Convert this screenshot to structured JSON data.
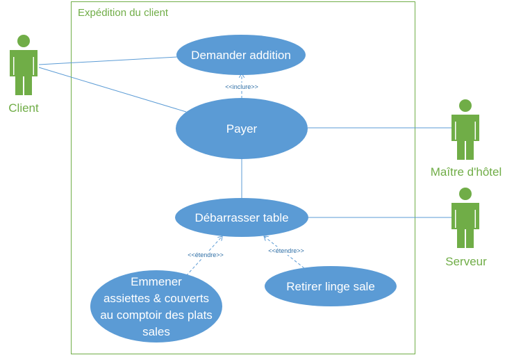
{
  "system": {
    "title": "Expédition du client"
  },
  "actors": {
    "client": "Client",
    "maitre": "Maître d'hôtel",
    "serveur": "Serveur"
  },
  "use_cases": {
    "demander": [
      "Demander addition"
    ],
    "payer": [
      "Payer"
    ],
    "debarrasser": [
      "Débarrasser table"
    ],
    "emmener": [
      "Emmener",
      "assiettes & couverts",
      "au comptoir des plats",
      "sales"
    ],
    "retirer": [
      "Retirer linge sale"
    ]
  },
  "relations": {
    "inclure": "<<inclure>>",
    "etendre1": "<<étendre>>",
    "etendre2": "<<étendre>>"
  },
  "colors": {
    "usecase_fill": "#5b9bd5",
    "actor_fill": "#70ad47",
    "line": "#5b9bd5",
    "boundary": "#70ad47"
  }
}
